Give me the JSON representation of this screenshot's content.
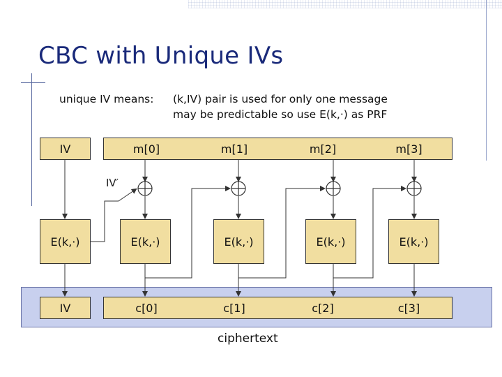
{
  "slide": {
    "title": "CBC with Unique IVs",
    "definition_label": "unique IV means:",
    "definition_line1": "(k,IV)  pair is used for only one message",
    "definition_line2": "may be predictable so use  E(k,·)  as PRF"
  },
  "diagram": {
    "iv_label": "IV",
    "message_blocks": [
      "m[0]",
      "m[1]",
      "m[2]",
      "m[3]"
    ],
    "iv_prime_label": "IV′",
    "encrypt_label": "E(k,·)",
    "cipher_iv_label": "IV",
    "cipher_blocks": [
      "c[0]",
      "c[1]",
      "c[2]",
      "c[3]"
    ],
    "ciphertext_label": "ciphertext"
  },
  "colors": {
    "box_fill": "#f1dea0",
    "band_fill": "#c8d0ee",
    "title_color": "#1a2a7a"
  }
}
